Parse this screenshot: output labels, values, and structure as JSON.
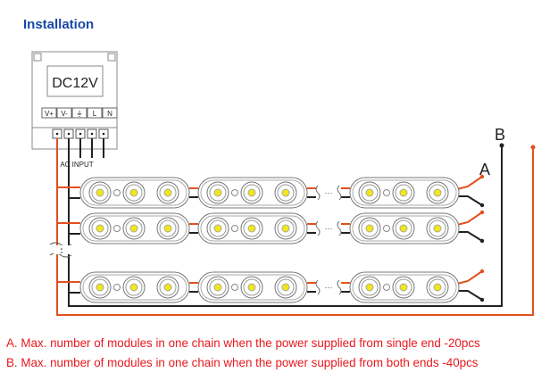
{
  "heading": "Installation",
  "power_supply": {
    "voltage_label": "DC12V",
    "terminal_labels": [
      "V+",
      "V-",
      "⏚",
      "L",
      "N"
    ],
    "ac_input_label": "AC INPUT"
  },
  "wiring": {
    "label_a": "A",
    "label_b": "B",
    "positive_color": "#e2501f",
    "negative_color": "#222222",
    "led_color": "#f2e51c",
    "module_rows": 3,
    "modules_per_row_visible": 3,
    "leds_per_module": 3,
    "ellipsis": "···"
  },
  "notes": [
    "A. Max. number of modules in one chain when the power supplied from single end -20pcs",
    "B. Max. number of modules in one chain when the power supplied from both ends -40pcs"
  ]
}
